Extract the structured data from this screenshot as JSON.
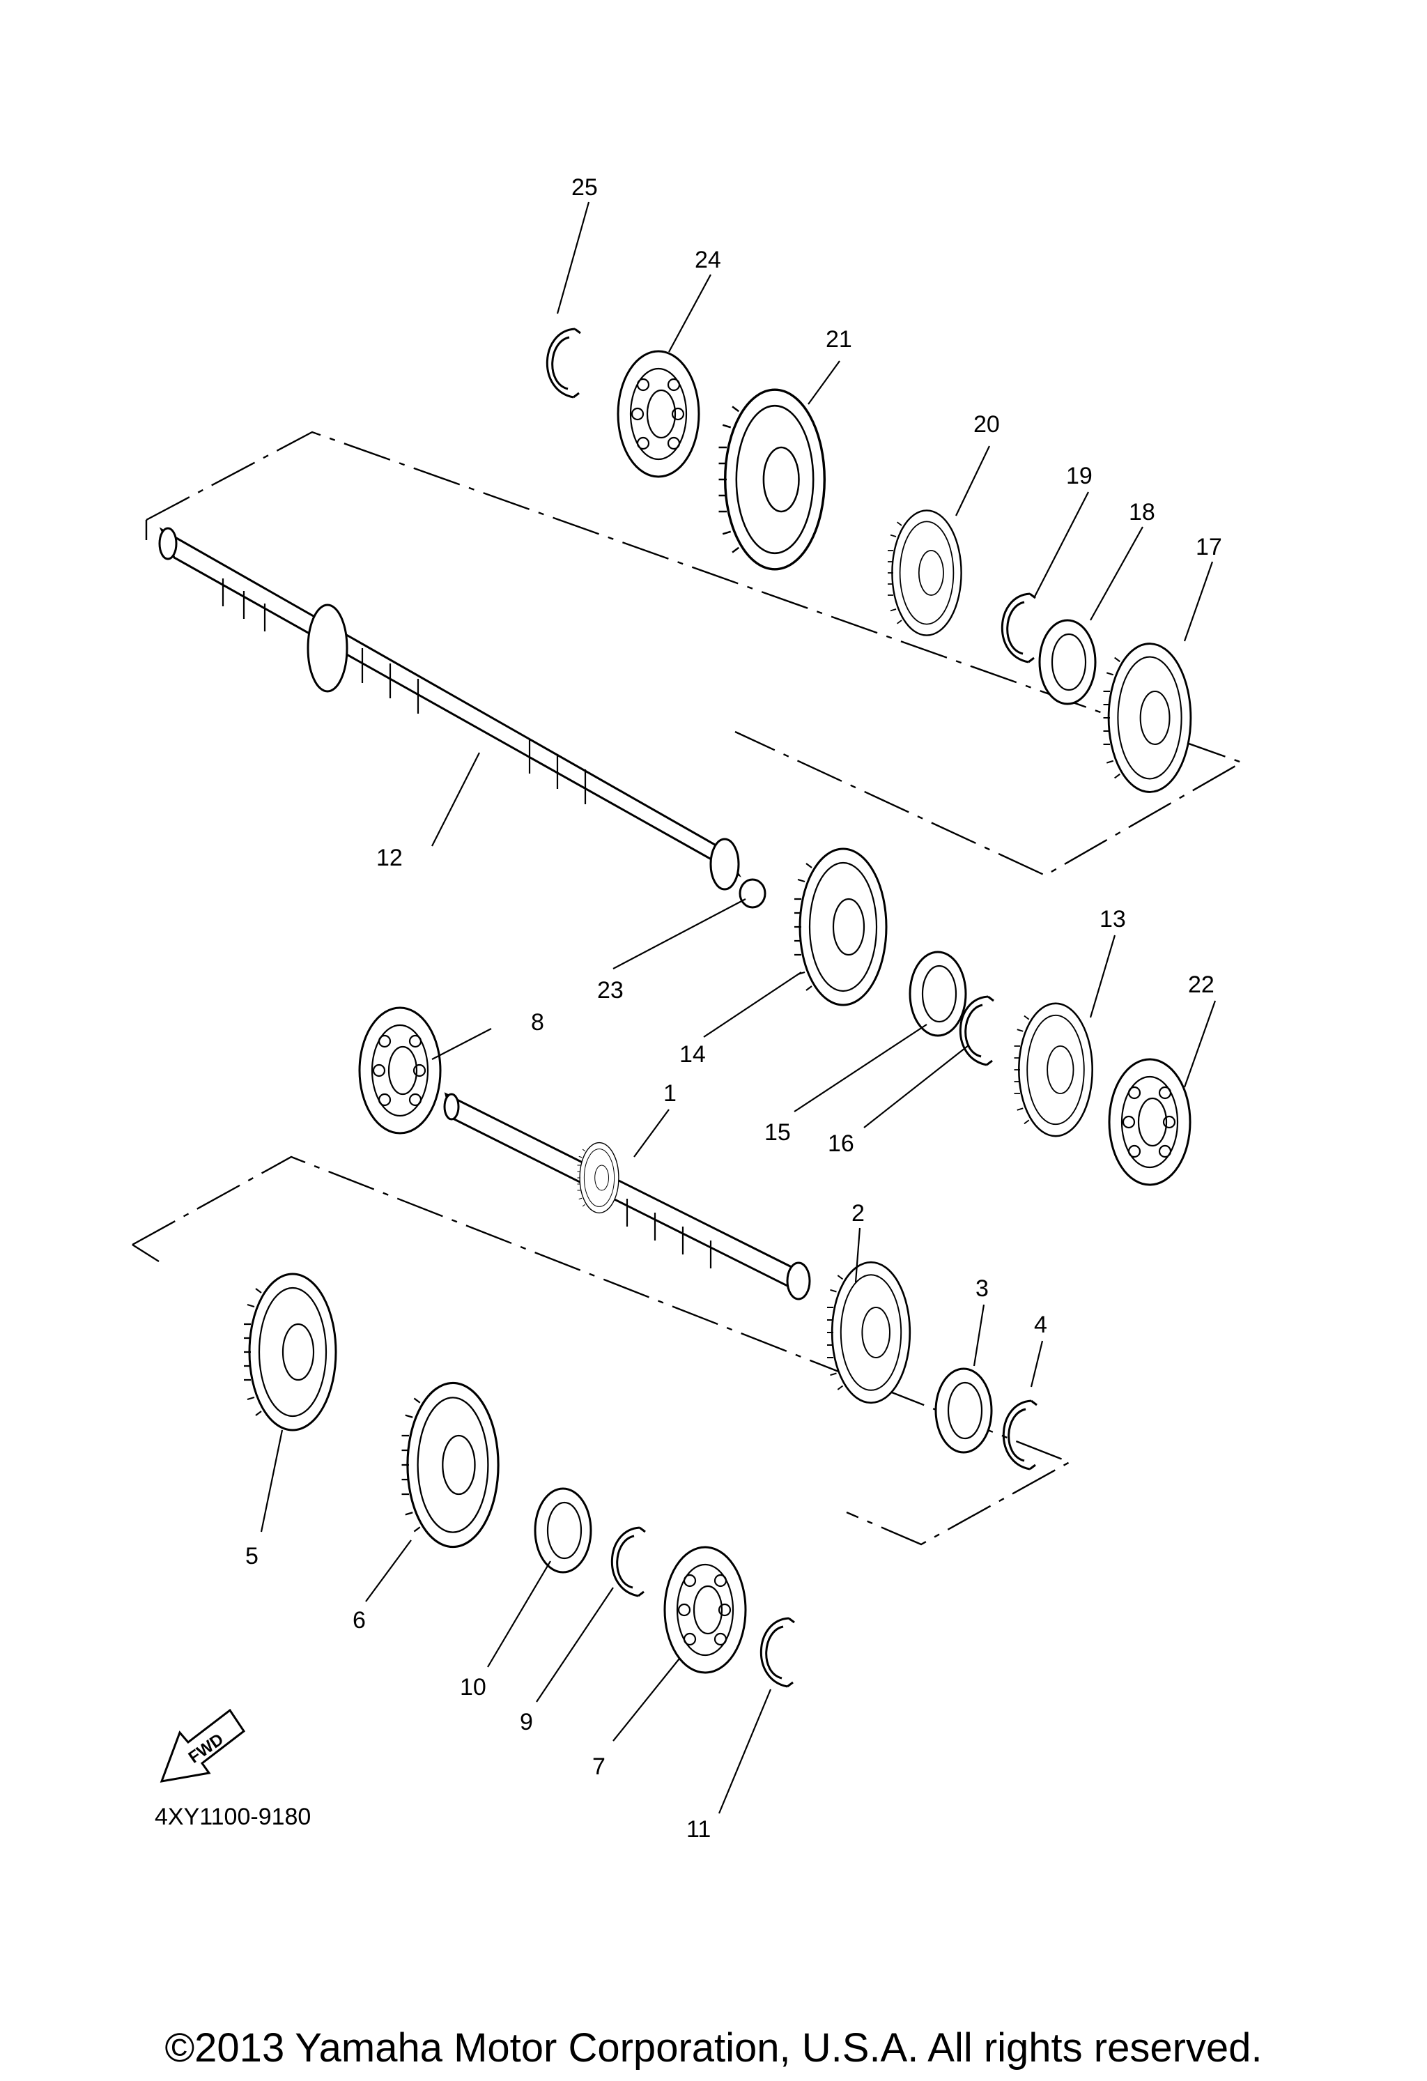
{
  "diagram_code": "4XY1100-9180",
  "copyright": "©2013 Yamaha Motor Corporation, U.S.A. All rights reserved.",
  "fwd_label": "FWD",
  "callouts": [
    {
      "id": "c1",
      "text": "1"
    },
    {
      "id": "c2",
      "text": "2"
    },
    {
      "id": "c3",
      "text": "3"
    },
    {
      "id": "c4",
      "text": "4"
    },
    {
      "id": "c5",
      "text": "5"
    },
    {
      "id": "c6",
      "text": "6"
    },
    {
      "id": "c7",
      "text": "7"
    },
    {
      "id": "c8",
      "text": "8"
    },
    {
      "id": "c9",
      "text": "9"
    },
    {
      "id": "c10",
      "text": "10"
    },
    {
      "id": "c11",
      "text": "11"
    },
    {
      "id": "c12",
      "text": "12"
    },
    {
      "id": "c13",
      "text": "13"
    },
    {
      "id": "c14",
      "text": "14"
    },
    {
      "id": "c15",
      "text": "15"
    },
    {
      "id": "c16",
      "text": "16"
    },
    {
      "id": "c17",
      "text": "17"
    },
    {
      "id": "c18",
      "text": "18"
    },
    {
      "id": "c19",
      "text": "19"
    },
    {
      "id": "c20",
      "text": "20"
    },
    {
      "id": "c21",
      "text": "21"
    },
    {
      "id": "c22",
      "text": "22"
    },
    {
      "id": "c23",
      "text": "23"
    },
    {
      "id": "c24",
      "text": "24"
    },
    {
      "id": "c25",
      "text": "25"
    }
  ]
}
